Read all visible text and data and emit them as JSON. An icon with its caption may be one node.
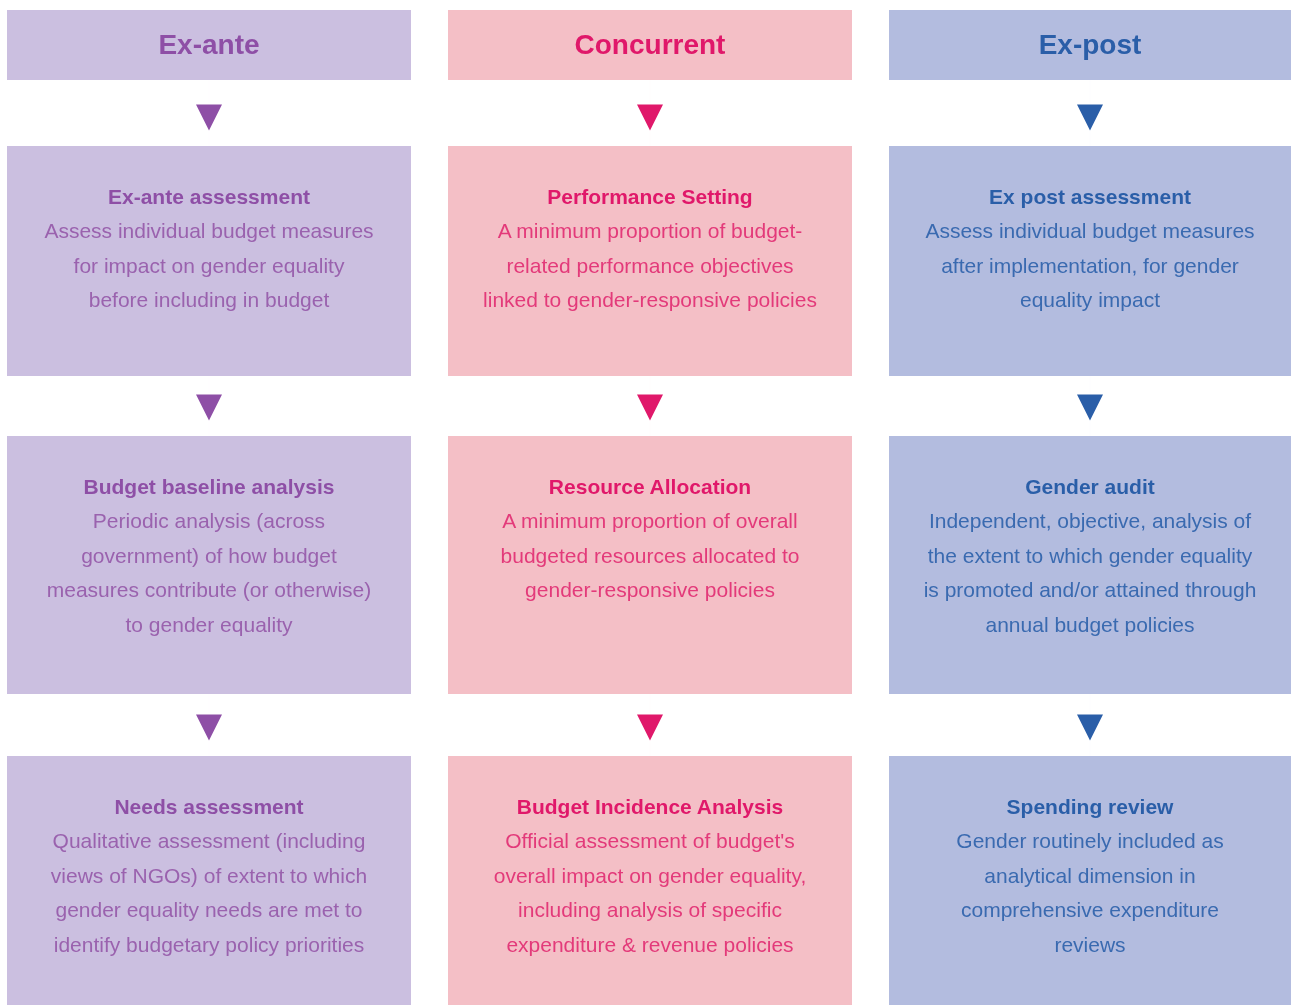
{
  "diagram": {
    "nodes": [
      {
        "text": [
          "Ex-ante"
        ]
      },
      {
        "text": [
          "Concurrent"
        ]
      },
      {
        "text": [
          "Ex-post"
        ]
      },
      {
        "text": [
          "Ex-ante assessment",
          "Assess individual budget measures for impact on gender equality before including in budget"
        ]
      },
      {
        "text": [
          "Performance Setting",
          "A minimum proportion of budget-related performance objectives linked to gender-responsive policies"
        ]
      },
      {
        "text": [
          "Ex post assessment",
          "Assess individual budget measures after implementation, for gender equality impact"
        ]
      },
      {
        "text": [
          "Budget baseline analysis",
          "Periodic analysis (across government) of how budget measures contribute (or otherwise) to gender equality"
        ]
      },
      {
        "text": [
          "Resource Allocation",
          "A minimum proportion of overall budgeted resources allocated to gender-responsive policies"
        ]
      },
      {
        "text": [
          "Gender audit",
          "Independent, objective, analysis of the extent to which gender equality is promoted and/or attained through annual budget policies"
        ]
      },
      {
        "text": [
          "Needs assessment",
          "Qualitative assessment (including views of NGOs) of extent to which gender equality needs are met to identify budgetary policy priorities"
        ]
      },
      {
        "text": [
          "Budget Incidence Analysis",
          "Official assessment of budget's overall impact on gender equality, including analysis of specific expenditure & revenue policies"
        ]
      },
      {
        "text": [
          "Spending review",
          "Gender routinely included as analytical dimension in comprehensive expenditure reviews"
        ]
      }
    ],
    "edges": [
      {
        "from": 0,
        "to": 3,
        "arrow": "to",
        "color": "#8e4fa6"
      },
      {
        "from": 1,
        "to": 4,
        "arrow": "to",
        "color": "#e0186a"
      },
      {
        "from": 2,
        "to": 5,
        "arrow": "to",
        "color": "#2a5ea8"
      },
      {
        "from": 3,
        "to": 6,
        "arrow": "to",
        "color": "#8e4fa6"
      },
      {
        "from": 4,
        "to": 7,
        "arrow": "to",
        "color": "#e0186a"
      },
      {
        "from": 5,
        "to": 8,
        "arrow": "to",
        "color": "#2a5ea8"
      },
      {
        "from": 6,
        "to": 9,
        "arrow": "to",
        "color": "#8e4fa6"
      },
      {
        "from": 7,
        "to": 10,
        "arrow": "to",
        "color": "#e0186a"
      },
      {
        "from": 8,
        "to": 11,
        "arrow": "to",
        "color": "#2a5ea8"
      }
    ]
  }
}
